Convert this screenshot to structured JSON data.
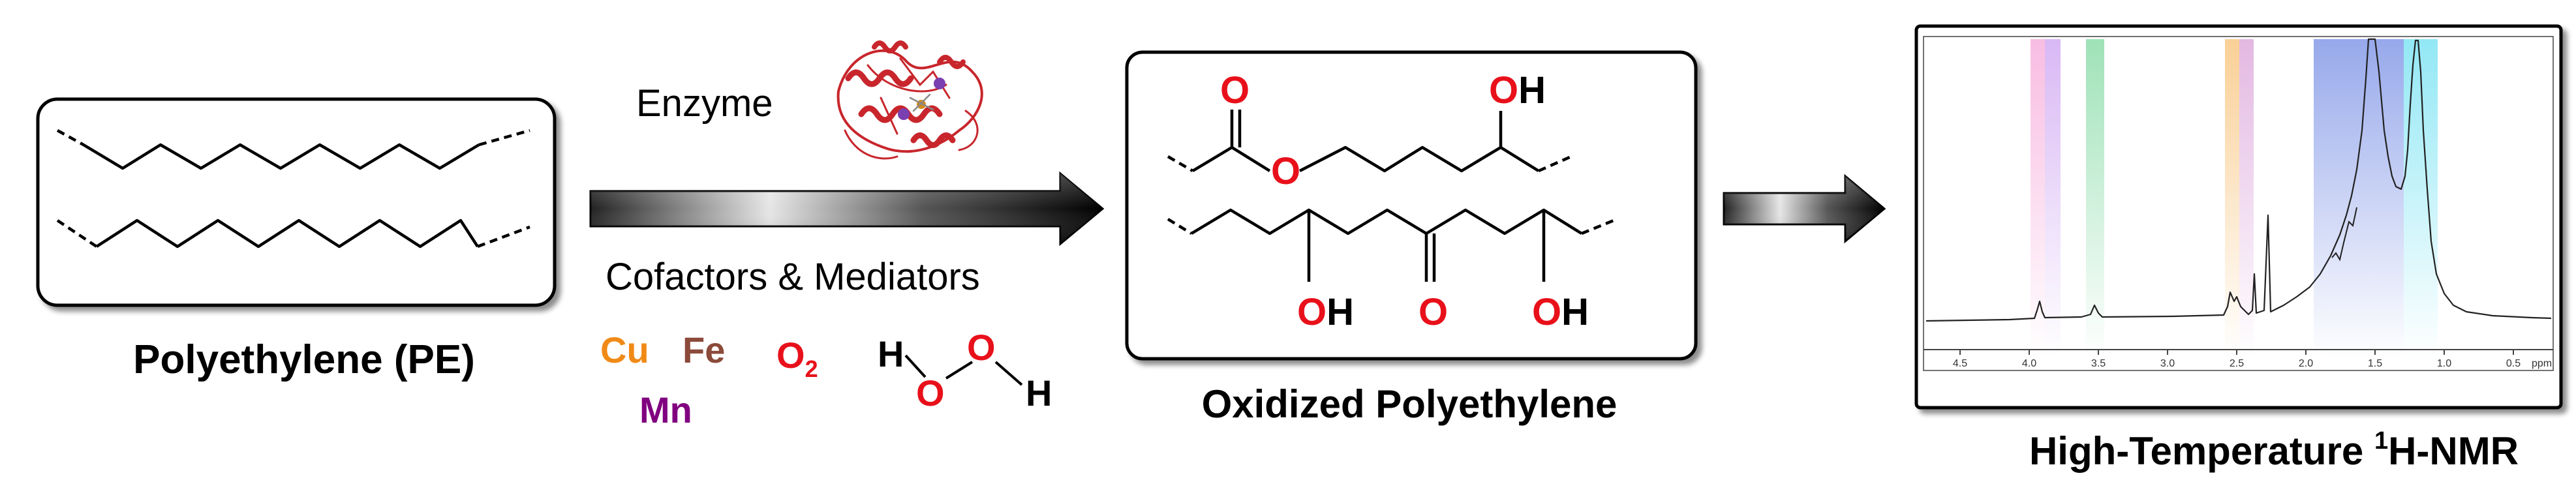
{
  "pe_label": "Polyethylene (PE)",
  "enzyme_label": "Enzyme",
  "cofactors_label": "Cofactors & Mediators",
  "cofactors": {
    "cu": "Cu",
    "fe": "Fe",
    "mn": "Mn",
    "o2_main": "O",
    "o2_sub": "2",
    "peroxide_h_left": "H",
    "peroxide_o_left": "O",
    "peroxide_o_right": "O",
    "peroxide_h_right": "H"
  },
  "oxidized_label": "Oxidized Polyethylene",
  "oxidized": {
    "top_carbonyl_o": "O",
    "top_ester_o": "O",
    "top_oh_o": "O",
    "top_oh_h": "H",
    "bottom_oh1_o": "O",
    "bottom_oh1_h": "H",
    "bottom_ketone_o": "O",
    "bottom_oh2_o": "O",
    "bottom_oh2_h": "H"
  },
  "nmr_label_prefix": "High-Temperature ",
  "nmr_label_sup": "1",
  "nmr_label_suffix": "H-NMR",
  "nmr": {
    "axis_ticks": [
      "4.5",
      "4.0",
      "3.5",
      "3.0",
      "2.5",
      "2.0",
      "1.5",
      "1.0",
      "0.5"
    ],
    "axis_unit": "ppm"
  },
  "colors": {
    "heteroatom_red": "#e8101a",
    "cu_orange": "#f08a16",
    "fe_brown": "#8b4a3a",
    "mn_purple": "#800080",
    "enzyme_red": "#c8262c"
  }
}
